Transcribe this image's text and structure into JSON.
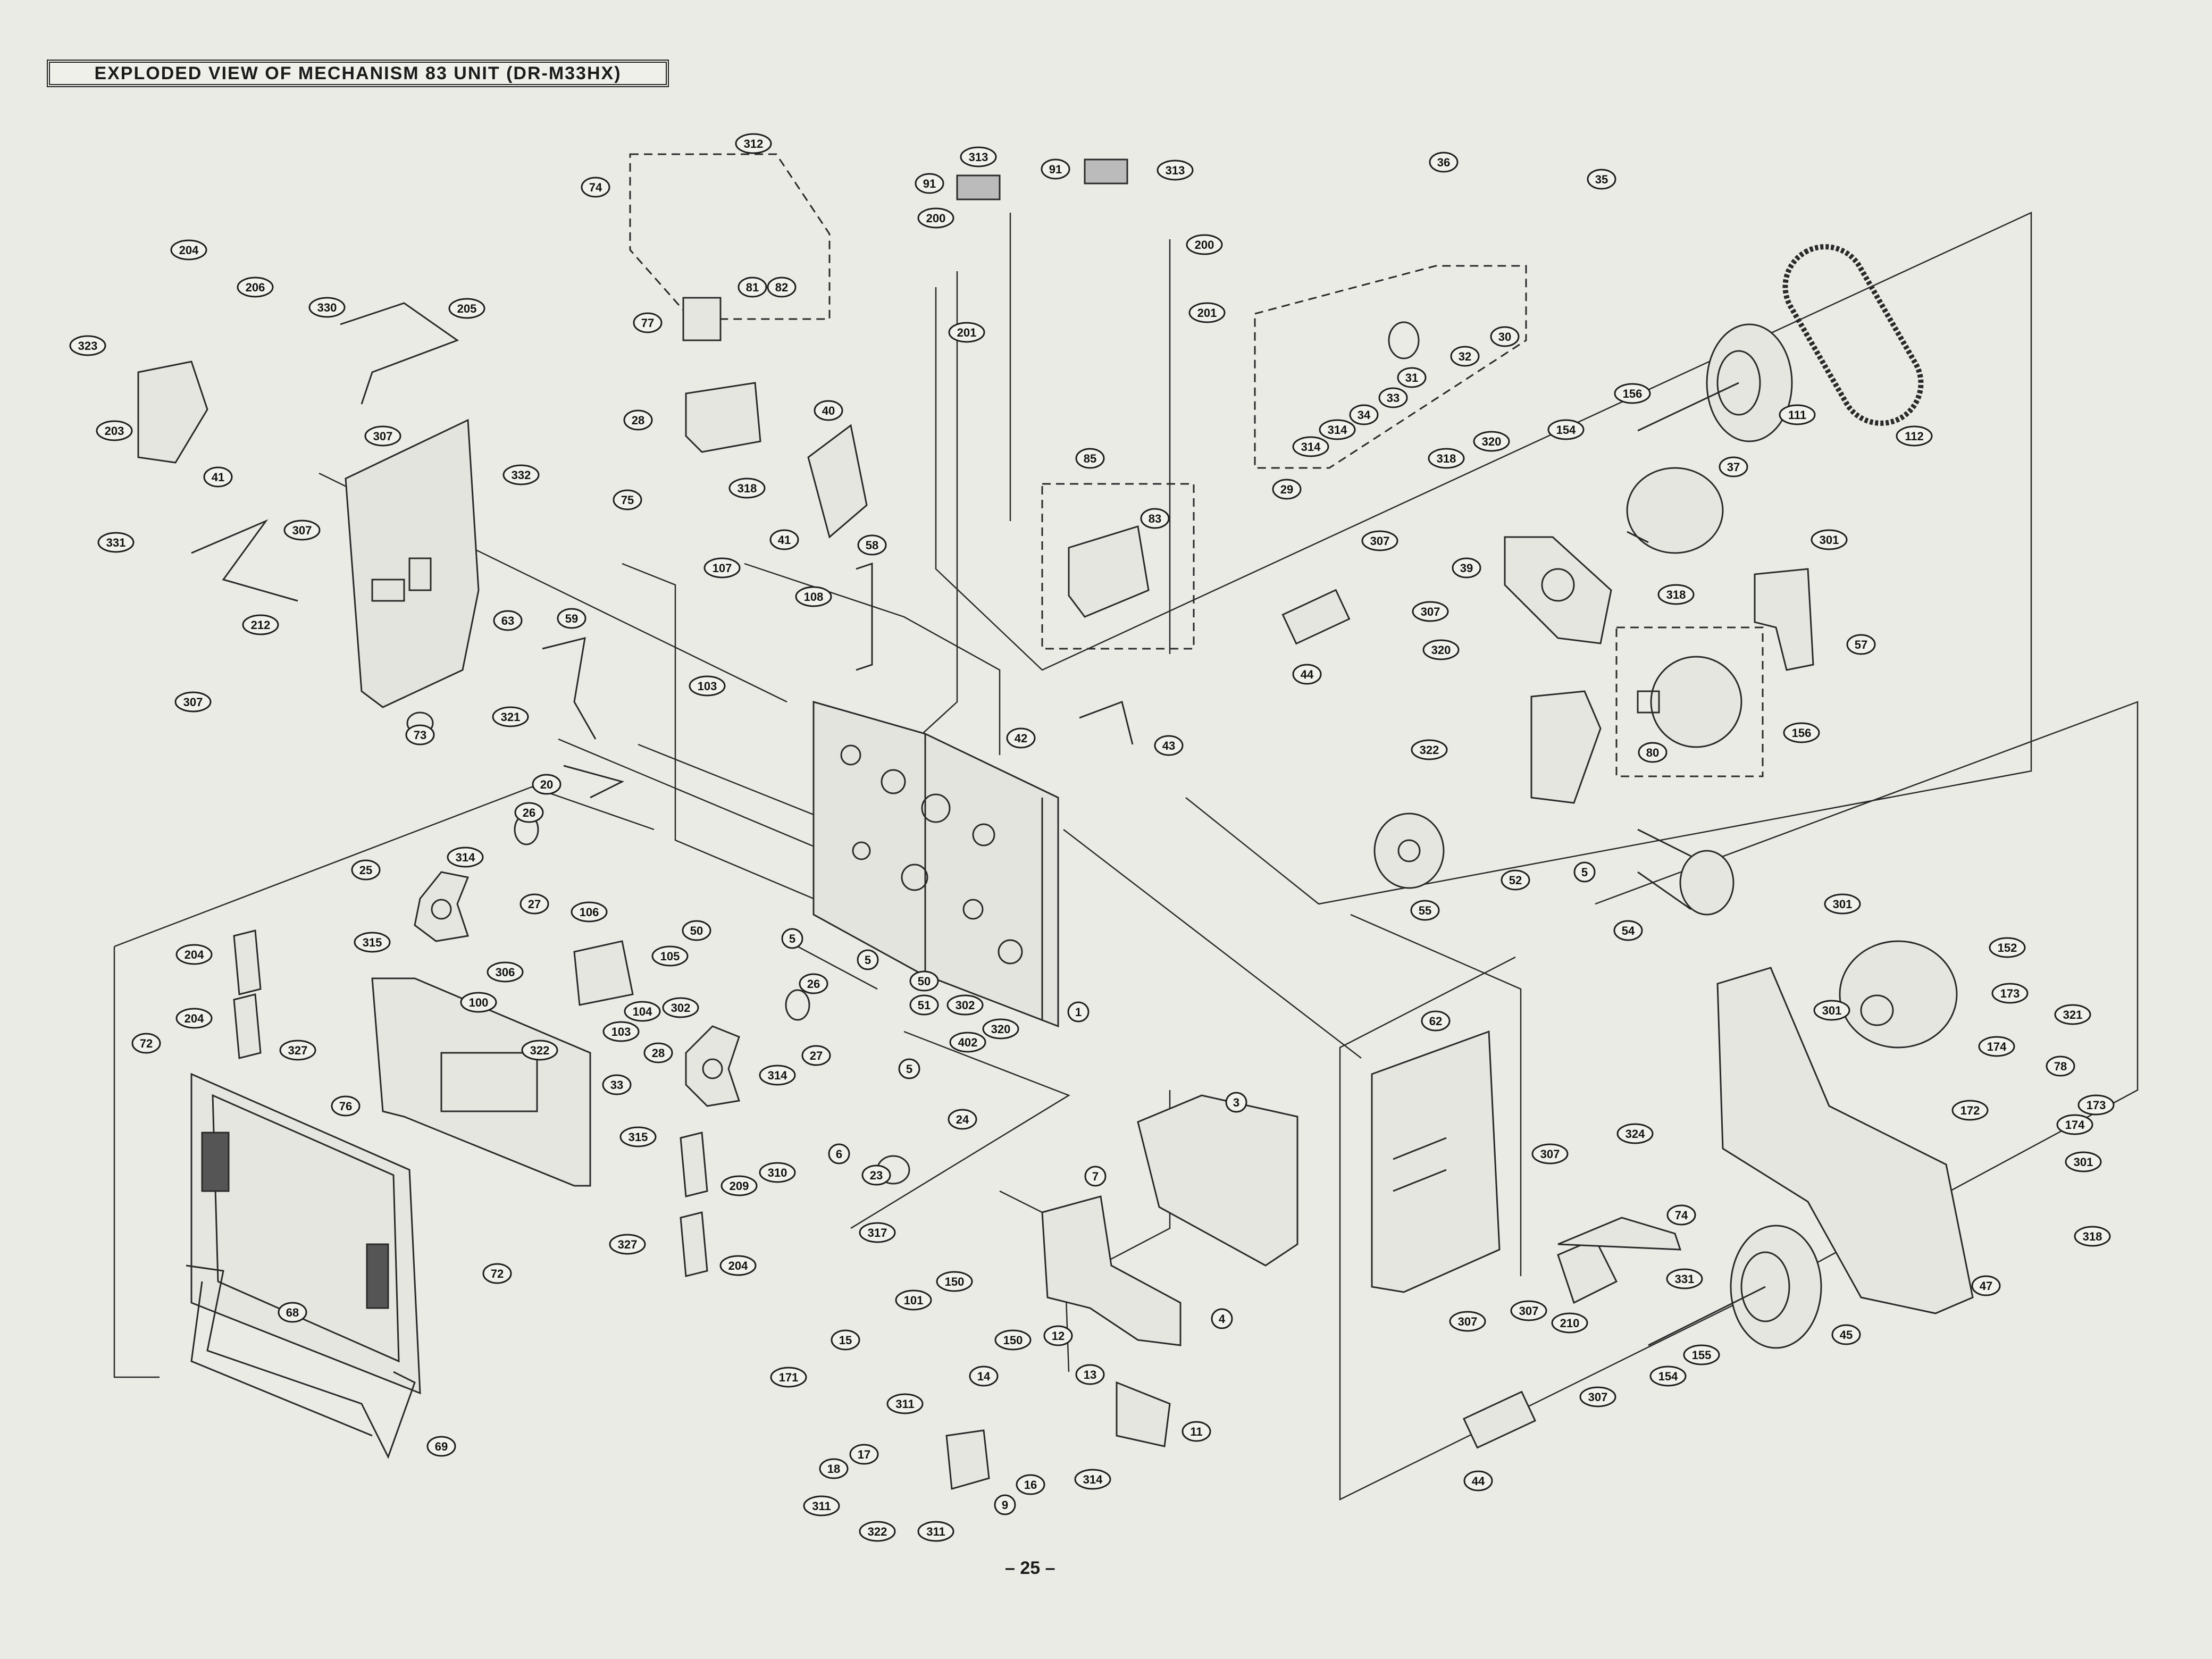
{
  "title": "EXPLODED VIEW OF MECHANISM 83 UNIT (DR-M33HX)",
  "page_number": "– 25 –",
  "callouts": [
    {
      "id": "c312a",
      "label": "312"
    },
    {
      "id": "c74",
      "label": "74"
    },
    {
      "id": "c313a",
      "label": "313"
    },
    {
      "id": "c91a",
      "label": "91"
    },
    {
      "id": "c91b",
      "label": "91"
    },
    {
      "id": "c313b",
      "label": "313"
    },
    {
      "id": "c36",
      "label": "36"
    },
    {
      "id": "c35",
      "label": "35"
    },
    {
      "id": "c204",
      "label": "204"
    },
    {
      "id": "c206",
      "label": "206"
    },
    {
      "id": "c330",
      "label": "330"
    },
    {
      "id": "c205",
      "label": "205"
    },
    {
      "id": "c323",
      "label": "323"
    },
    {
      "id": "c200a",
      "label": "200"
    },
    {
      "id": "c200b",
      "label": "200"
    },
    {
      "id": "c77",
      "label": "77"
    },
    {
      "id": "c81",
      "label": "81"
    },
    {
      "id": "c82",
      "label": "82"
    },
    {
      "id": "c201a",
      "label": "201"
    },
    {
      "id": "c201b",
      "label": "201"
    },
    {
      "id": "c30",
      "label": "30"
    },
    {
      "id": "c32",
      "label": "32"
    },
    {
      "id": "c31",
      "label": "31"
    },
    {
      "id": "c33",
      "label": "33"
    },
    {
      "id": "c34",
      "label": "34"
    },
    {
      "id": "c314a",
      "label": "314"
    },
    {
      "id": "c314b",
      "label": "314"
    },
    {
      "id": "c29",
      "label": "29"
    },
    {
      "id": "c111",
      "label": "111"
    },
    {
      "id": "c112",
      "label": "112"
    },
    {
      "id": "c156",
      "label": "156"
    },
    {
      "id": "c154a",
      "label": "154"
    },
    {
      "id": "c203",
      "label": "203"
    },
    {
      "id": "c307a",
      "label": "307"
    },
    {
      "id": "c28",
      "label": "28"
    },
    {
      "id": "c318a",
      "label": "318"
    },
    {
      "id": "c40",
      "label": "40"
    },
    {
      "id": "c85",
      "label": "85"
    },
    {
      "id": "c318b",
      "label": "318"
    },
    {
      "id": "c320a",
      "label": "320"
    },
    {
      "id": "c37",
      "label": "37"
    },
    {
      "id": "c41a",
      "label": "41"
    },
    {
      "id": "c332",
      "label": "332"
    },
    {
      "id": "c75",
      "label": "75"
    },
    {
      "id": "c307b",
      "label": "307"
    },
    {
      "id": "c41b",
      "label": "41"
    },
    {
      "id": "c83",
      "label": "83"
    },
    {
      "id": "c331a",
      "label": "331"
    },
    {
      "id": "c212",
      "label": "212"
    },
    {
      "id": "c107",
      "label": "107"
    },
    {
      "id": "c108",
      "label": "108"
    },
    {
      "id": "c58",
      "label": "58"
    },
    {
      "id": "c63",
      "label": "63"
    },
    {
      "id": "c307c",
      "label": "307"
    },
    {
      "id": "c39",
      "label": "39"
    },
    {
      "id": "c318c",
      "label": "318"
    },
    {
      "id": "c307d",
      "label": "307"
    },
    {
      "id": "c301a",
      "label": "301"
    },
    {
      "id": "c57",
      "label": "57"
    },
    {
      "id": "c44a",
      "label": "44"
    },
    {
      "id": "c320b",
      "label": "320"
    },
    {
      "id": "c59",
      "label": "59"
    },
    {
      "id": "c103",
      "label": "103"
    },
    {
      "id": "c307e",
      "label": "307"
    },
    {
      "id": "c73",
      "label": "73"
    },
    {
      "id": "c321a",
      "label": "321"
    },
    {
      "id": "c42",
      "label": "42"
    },
    {
      "id": "c43",
      "label": "43"
    },
    {
      "id": "c322a",
      "label": "322"
    },
    {
      "id": "c80",
      "label": "80"
    },
    {
      "id": "c156b",
      "label": "156"
    },
    {
      "id": "c20",
      "label": "20"
    },
    {
      "id": "c26a",
      "label": "26"
    },
    {
      "id": "c314c",
      "label": "314"
    },
    {
      "id": "c25a",
      "label": "25"
    },
    {
      "id": "c27a",
      "label": "27"
    },
    {
      "id": "c5a",
      "label": "5"
    },
    {
      "id": "c52",
      "label": "52"
    },
    {
      "id": "c55",
      "label": "55"
    },
    {
      "id": "c54",
      "label": "54"
    },
    {
      "id": "c315a",
      "label": "315"
    },
    {
      "id": "c106",
      "label": "106"
    },
    {
      "id": "c105",
      "label": "105"
    },
    {
      "id": "c50a",
      "label": "50"
    },
    {
      "id": "c5b",
      "label": "5"
    },
    {
      "id": "c5c",
      "label": "5"
    },
    {
      "id": "c302a",
      "label": "302"
    },
    {
      "id": "c301b",
      "label": "301"
    },
    {
      "id": "c152",
      "label": "152"
    },
    {
      "id": "c204b",
      "label": "204"
    },
    {
      "id": "c306",
      "label": "306"
    },
    {
      "id": "c100",
      "label": "100"
    },
    {
      "id": "c104",
      "label": "104"
    },
    {
      "id": "c50b",
      "label": "50"
    },
    {
      "id": "c302b",
      "label": "302"
    },
    {
      "id": "c26b",
      "label": "26"
    },
    {
      "id": "c51",
      "label": "51"
    },
    {
      "id": "c1",
      "label": "1"
    },
    {
      "id": "c173a",
      "label": "173"
    },
    {
      "id": "c321b",
      "label": "321"
    },
    {
      "id": "c204c",
      "label": "204"
    },
    {
      "id": "c72a",
      "label": "72"
    },
    {
      "id": "c327a",
      "label": "327"
    },
    {
      "id": "c322b",
      "label": "322"
    },
    {
      "id": "c103b",
      "label": "103"
    },
    {
      "id": "c402",
      "label": "402"
    },
    {
      "id": "c320c",
      "label": "320"
    },
    {
      "id": "c301c",
      "label": "301"
    },
    {
      "id": "c62",
      "label": "62"
    },
    {
      "id": "c174a",
      "label": "174"
    },
    {
      "id": "c78",
      "label": "78"
    },
    {
      "id": "c76",
      "label": "76"
    },
    {
      "id": "c33b",
      "label": "33"
    },
    {
      "id": "c28b",
      "label": "28"
    },
    {
      "id": "c314d",
      "label": "314"
    },
    {
      "id": "c27b",
      "label": "27"
    },
    {
      "id": "c5d",
      "label": "5"
    },
    {
      "id": "c3",
      "label": "3"
    },
    {
      "id": "c324",
      "label": "324"
    },
    {
      "id": "c172",
      "label": "172"
    },
    {
      "id": "c173b",
      "label": "173"
    },
    {
      "id": "c174b",
      "label": "174"
    },
    {
      "id": "c301d",
      "label": "301"
    },
    {
      "id": "c315b",
      "label": "315"
    },
    {
      "id": "c24",
      "label": "24"
    },
    {
      "id": "c310",
      "label": "310"
    },
    {
      "id": "c6",
      "label": "6"
    },
    {
      "id": "c307f",
      "label": "307"
    },
    {
      "id": "c209",
      "label": "209"
    },
    {
      "id": "c23",
      "label": "23"
    },
    {
      "id": "c7",
      "label": "7"
    },
    {
      "id": "c327b",
      "label": "327"
    },
    {
      "id": "c317",
      "label": "317"
    },
    {
      "id": "c74b",
      "label": "74"
    },
    {
      "id": "c318d",
      "label": "318"
    },
    {
      "id": "c72b",
      "label": "72"
    },
    {
      "id": "c204d",
      "label": "204"
    },
    {
      "id": "c68",
      "label": "68"
    },
    {
      "id": "c331b",
      "label": "331"
    },
    {
      "id": "c307g",
      "label": "307"
    },
    {
      "id": "c210",
      "label": "210"
    },
    {
      "id": "c47",
      "label": "47"
    },
    {
      "id": "c150a",
      "label": "150"
    },
    {
      "id": "c101",
      "label": "101"
    },
    {
      "id": "c4",
      "label": "4"
    },
    {
      "id": "c150b",
      "label": "150"
    },
    {
      "id": "c12",
      "label": "12"
    },
    {
      "id": "c307h",
      "label": "307"
    },
    {
      "id": "c45",
      "label": "45"
    },
    {
      "id": "c15",
      "label": "15"
    },
    {
      "id": "c171",
      "label": "171"
    },
    {
      "id": "c14",
      "label": "14"
    },
    {
      "id": "c13",
      "label": "13"
    },
    {
      "id": "c311a",
      "label": "311"
    },
    {
      "id": "c154b",
      "label": "154"
    },
    {
      "id": "c155",
      "label": "155"
    },
    {
      "id": "c11",
      "label": "11"
    },
    {
      "id": "c69",
      "label": "69"
    },
    {
      "id": "c307i",
      "label": "307"
    },
    {
      "id": "c17",
      "label": "17"
    },
    {
      "id": "c18",
      "label": "18"
    },
    {
      "id": "c16",
      "label": "16"
    },
    {
      "id": "c314e",
      "label": "314"
    },
    {
      "id": "c44b",
      "label": "44"
    },
    {
      "id": "c311b",
      "label": "311"
    },
    {
      "id": "c322c",
      "label": "322"
    },
    {
      "id": "c311c",
      "label": "311"
    },
    {
      "id": "c9",
      "label": "9"
    }
  ]
}
